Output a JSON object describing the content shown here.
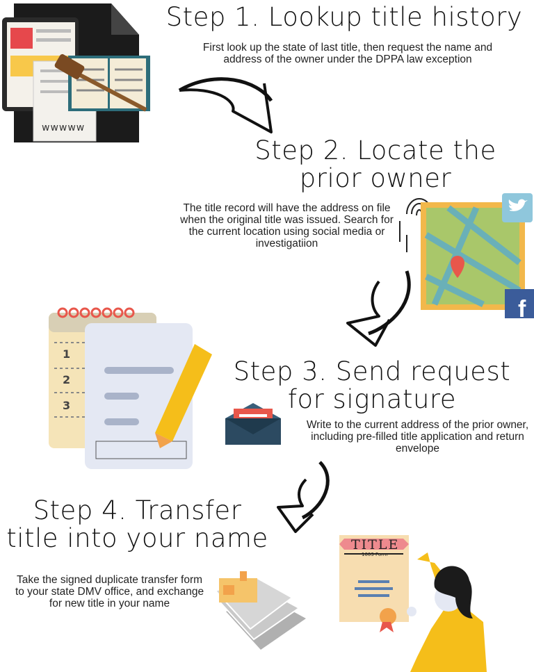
{
  "steps": [
    {
      "title_lines": [
        "Step 1. Lookup title history"
      ],
      "description": "First look up the state of last title, then request the name and address of the owner under the DPPA law exception"
    },
    {
      "title_lines": [
        "Step 2. Locate the",
        "prior owner"
      ],
      "description": "The title record will have the address on file when the original title was issued. Search for the current location using social media or investigatiion"
    },
    {
      "title_lines": [
        "Step 3. Send request",
        "for signature"
      ],
      "description": "Write to the current address of the prior owner, including pre-filled title application and return envelope"
    },
    {
      "title_lines": [
        "Step 4. Transfer",
        "title into your name"
      ],
      "description": "Take the signed duplicate transfer form to your state DMV office, and exchange for new title in your name"
    }
  ],
  "illustrations": {
    "notepad_numbers": [
      "1",
      "2",
      "3"
    ],
    "certificate_title": "TITLE",
    "certificate_subtitle": "1003 Form",
    "paper_scribble": "wwwww",
    "social_icons": [
      "twitter-icon",
      "facebook-icon"
    ]
  },
  "colors": {
    "map_green": "#a9c76a",
    "map_border": "#f2b84b",
    "pencil": "#f5be1a",
    "envelope_red": "#e8574b",
    "twitter": "#8fc7dc",
    "facebook": "#3b5c9a"
  }
}
